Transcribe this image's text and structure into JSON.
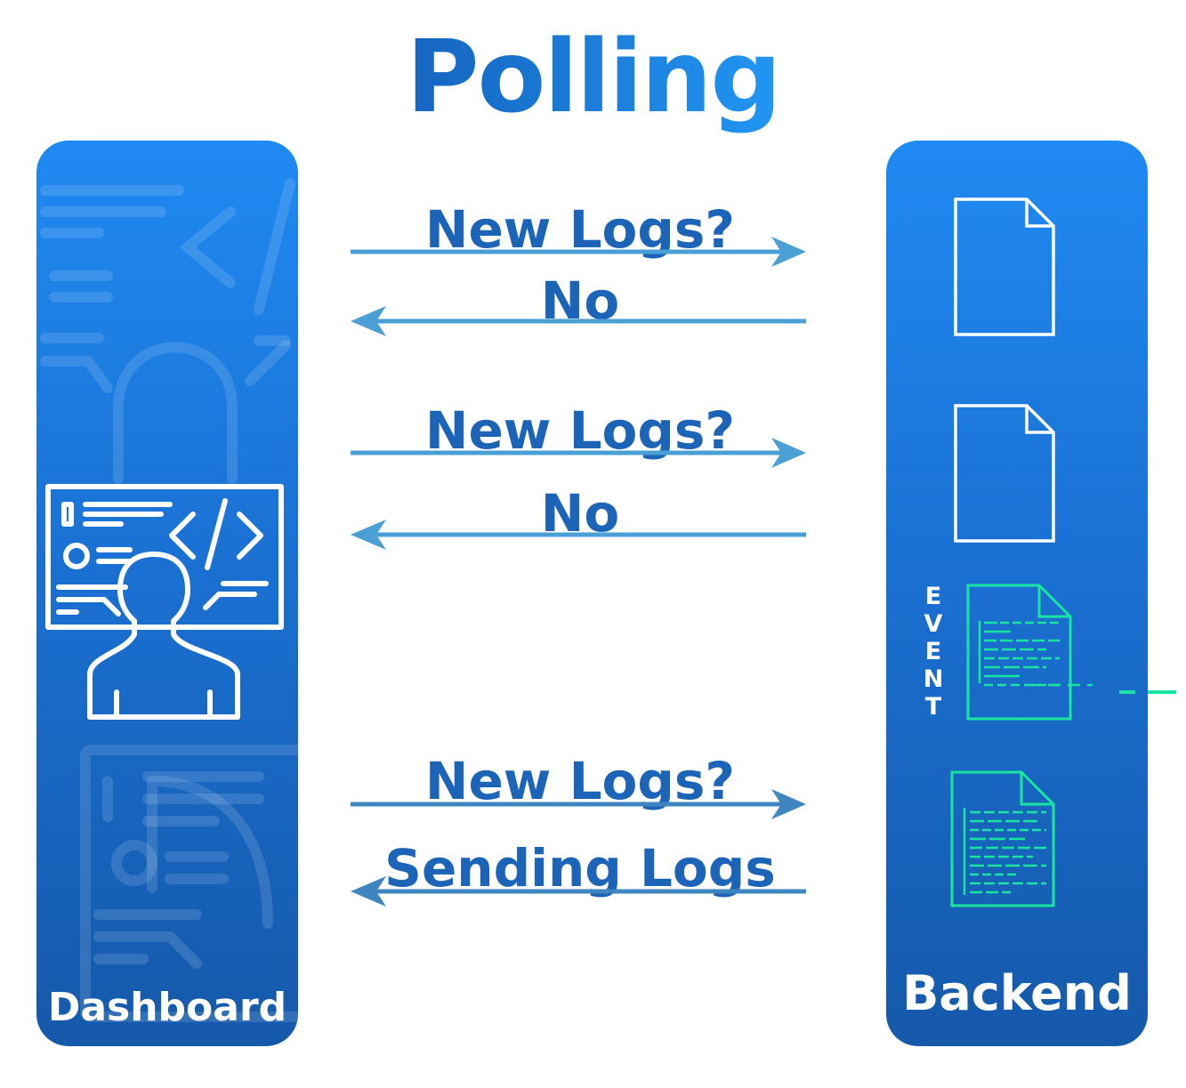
{
  "title": "Polling",
  "dashboard": {
    "label": "Dashboard"
  },
  "backend": {
    "label": "Backend",
    "event_letters": [
      "E",
      "V",
      "E",
      "N",
      "T"
    ]
  },
  "messages": [
    {
      "label": "New Logs?",
      "direction": "right"
    },
    {
      "label": "No",
      "direction": "left"
    },
    {
      "label": "New Logs?",
      "direction": "right"
    },
    {
      "label": "No",
      "direction": "left"
    },
    {
      "label": "New Logs?",
      "direction": "right"
    },
    {
      "label": "Sending Logs",
      "direction": "left"
    }
  ],
  "colors": {
    "panel_top": "#1f8af2",
    "panel_bottom": "#1559aa",
    "arrow": "#4a9fd4",
    "message_text": "#1c64b8",
    "event_green": "#19e5a0"
  }
}
